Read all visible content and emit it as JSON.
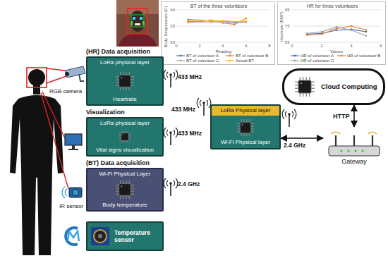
{
  "diagram": {
    "nodes": [
      {
        "text": [
          "BT of the three volunteers",
          "Body Temperature (C)",
          "Reading"
        ]
      },
      {
        "text": [
          "HR for three volunteers",
          "Heartrate (BMP)",
          "Values"
        ]
      },
      {
        "text": [
          "Cloud Computing"
        ]
      },
      {
        "text": [
          "(HR) Data acquisition",
          "LoRa physical layer",
          "Heartrate"
        ]
      },
      {
        "text": [
          "Visualization",
          "LoRa physical layer",
          "Vital signs visualization"
        ]
      },
      {
        "text": [
          "LoRa Physical layer",
          "Wi-Fi Physical layer"
        ]
      },
      {
        "text": [
          "Gateway"
        ]
      },
      {
        "text": [
          "(BT) Data acquisition",
          "Wi-Fi Physical Layer",
          "Body temperature"
        ]
      },
      {
        "text": [
          "Temperature sensor"
        ]
      }
    ],
    "edges": [
      {
        "from": 2,
        "to": 6,
        "arrow": "both",
        "label": "HTTP"
      },
      {
        "from": 5,
        "to": 6,
        "arrow": "both"
      }
    ],
    "labels": [
      "40",
      "35",
      "30",
      "0",
      "2",
      "4",
      "6",
      "8",
      "95",
      "75",
      "55",
      "0",
      "2",
      "4",
      "6",
      "RGB camera",
      "433 MHz",
      "433 MHz",
      "433 MHz",
      "2.4 GHz",
      "IR sensor",
      "2.4 GHz"
    ],
    "legend": [
      {
        "text": "BT of volunteer A"
      },
      {
        "text": "BT of volunteer B"
      },
      {
        "text": "BT of volunteer C"
      },
      {
        "text": "Actual BT"
      },
      {
        "text": "HR of volunteer A"
      },
      {
        "text": "HR of volunteer B"
      },
      {
        "text": "HR of volunteer C"
      }
    ]
  }
}
